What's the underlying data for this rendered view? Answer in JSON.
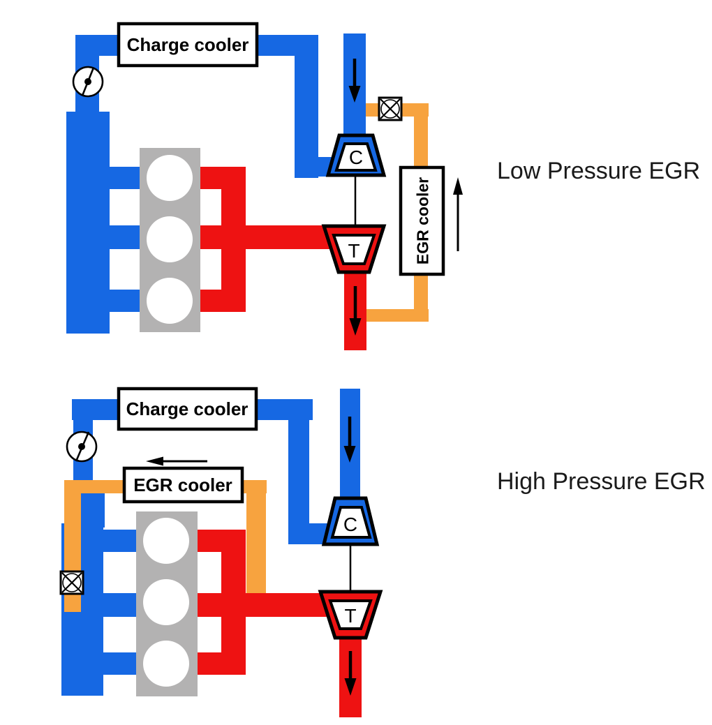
{
  "colors": {
    "intake_blue": "#1668e3",
    "exhaust_red": "#ee1212",
    "egr_orange": "#f7a33f",
    "engine_gray": "#b3b2b2",
    "outline_black": "#000000",
    "title_text": "#1a1a1a"
  },
  "diagrams": [
    {
      "id": "low-pressure-egr",
      "title": "Low Pressure EGR",
      "charge_cooler_label": "Charge cooler",
      "egr_cooler_label": "EGR cooler",
      "compressor_label": "C",
      "turbine_label": "T"
    },
    {
      "id": "high-pressure-egr",
      "title": "High Pressure EGR",
      "charge_cooler_label": "Charge cooler",
      "egr_cooler_label": "EGR cooler",
      "compressor_label": "C",
      "turbine_label": "T"
    }
  ]
}
